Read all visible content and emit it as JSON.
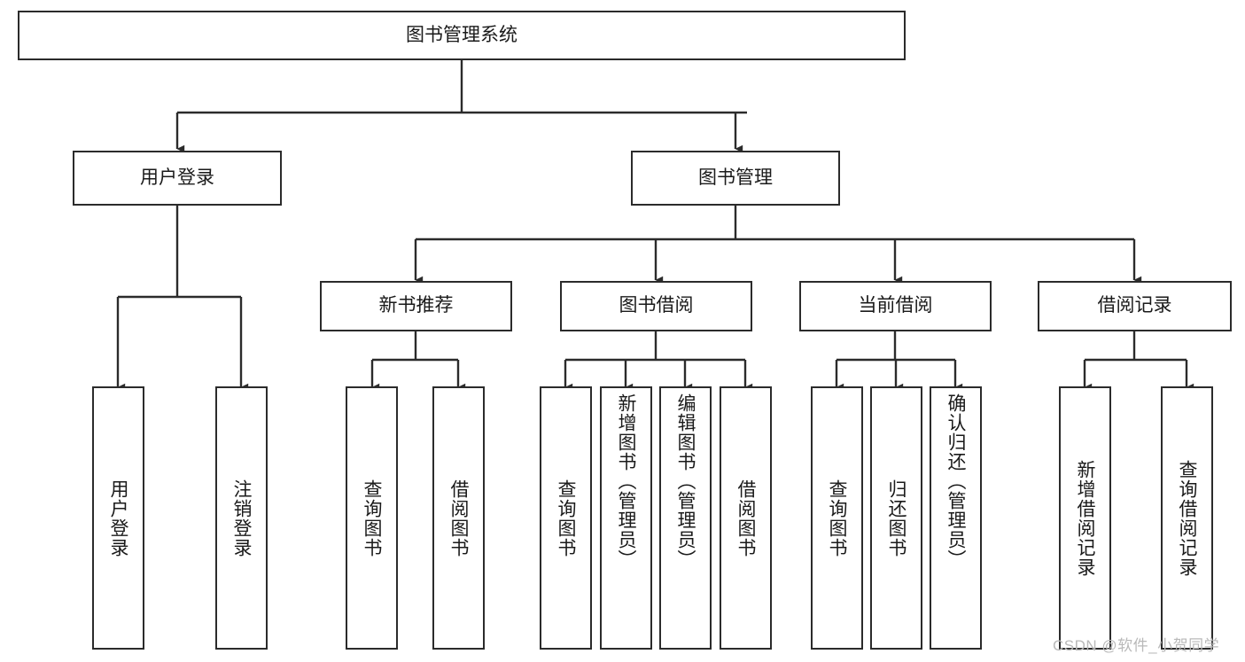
{
  "diagram": {
    "type": "tree-hierarchy-chart",
    "title": "图书管理系统",
    "stroke_color": "#2b2b2b",
    "fill_color": "#ffffff",
    "text_color": "#1a1a1a"
  },
  "root": {
    "label": "图书管理系统"
  },
  "level1": [
    {
      "label": "用户登录"
    },
    {
      "label": "图书管理"
    }
  ],
  "level2": [
    {
      "label": "新书推荐"
    },
    {
      "label": "图书借阅"
    },
    {
      "label": "当前借阅"
    },
    {
      "label": "借阅记录"
    }
  ],
  "leaves": {
    "user_login": [
      {
        "label": "用户登录"
      },
      {
        "label": "注销登录"
      }
    ],
    "new_book_recommend": [
      {
        "label": "查询图书"
      },
      {
        "label": "借阅图书"
      }
    ],
    "book_borrow": [
      {
        "label": "查询图书"
      },
      {
        "label": "新增图书（管理员）"
      },
      {
        "label": "编辑图书（管理员）"
      },
      {
        "label": "借阅图书"
      }
    ],
    "current_borrow": [
      {
        "label": "查询图书"
      },
      {
        "label": "归还图书"
      },
      {
        "label": "确认归还（管理员）"
      }
    ],
    "borrow_record": [
      {
        "label": "新增借阅记录"
      },
      {
        "label": "查询借阅记录"
      }
    ]
  },
  "watermark": {
    "text": "CSDN @软件_小贺同学"
  }
}
